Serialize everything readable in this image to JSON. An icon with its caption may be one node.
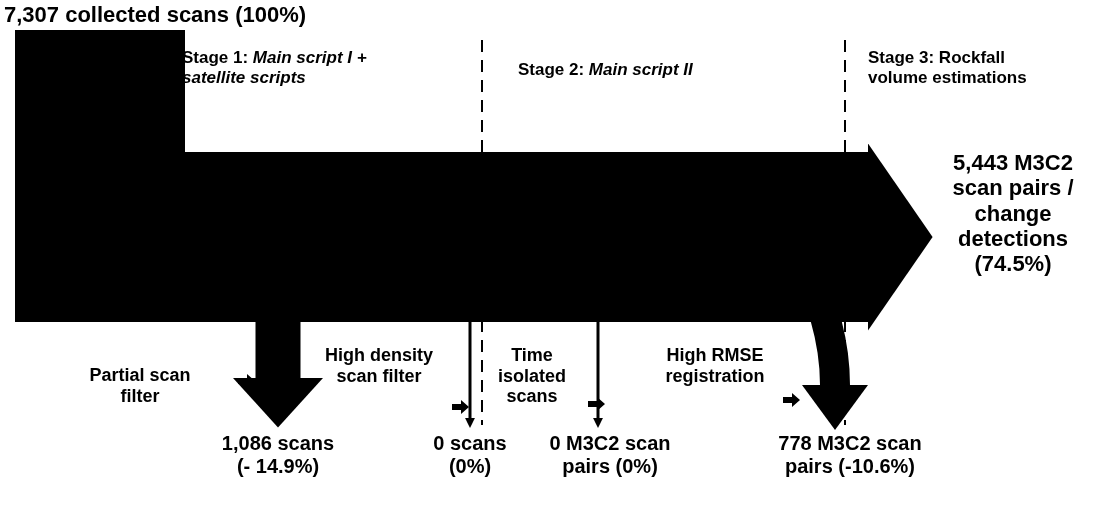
{
  "diagram": {
    "nodes": [
      {
        "text": [
          "7,307 collected scans (100%)"
        ]
      },
      {
        "text": [
          "5,443 M3C2 scan pairs / change detections (74.5%)"
        ]
      },
      {
        "text": [
          "1,086 scans (- 14.9%)"
        ]
      },
      {
        "text": [
          "0 scans (0%)"
        ]
      },
      {
        "text": [
          "0 M3C2 scan pairs (0%)"
        ]
      },
      {
        "text": [
          "778 M3C2 scan pairs (-10.6%)"
        ]
      }
    ],
    "edges": [
      {
        "from": 0,
        "to": 1,
        "arrow": "to",
        "style": "thick"
      },
      {
        "from": 0,
        "to": 2,
        "arrow": "to"
      },
      {
        "from": 0,
        "to": 3,
        "arrow": "to"
      },
      {
        "from": 0,
        "to": 4,
        "arrow": "to"
      },
      {
        "from": 0,
        "to": 5,
        "arrow": "to"
      }
    ],
    "labels": [
      "Stage 1: *Main script I + satellite scripts*",
      "Stage 2: *Main script II*",
      "Stage 3: Rockfall volume estimations",
      "Partial scan filter",
      "High density scan filter",
      "Time isolated scans",
      "High RMSE registration"
    ]
  }
}
